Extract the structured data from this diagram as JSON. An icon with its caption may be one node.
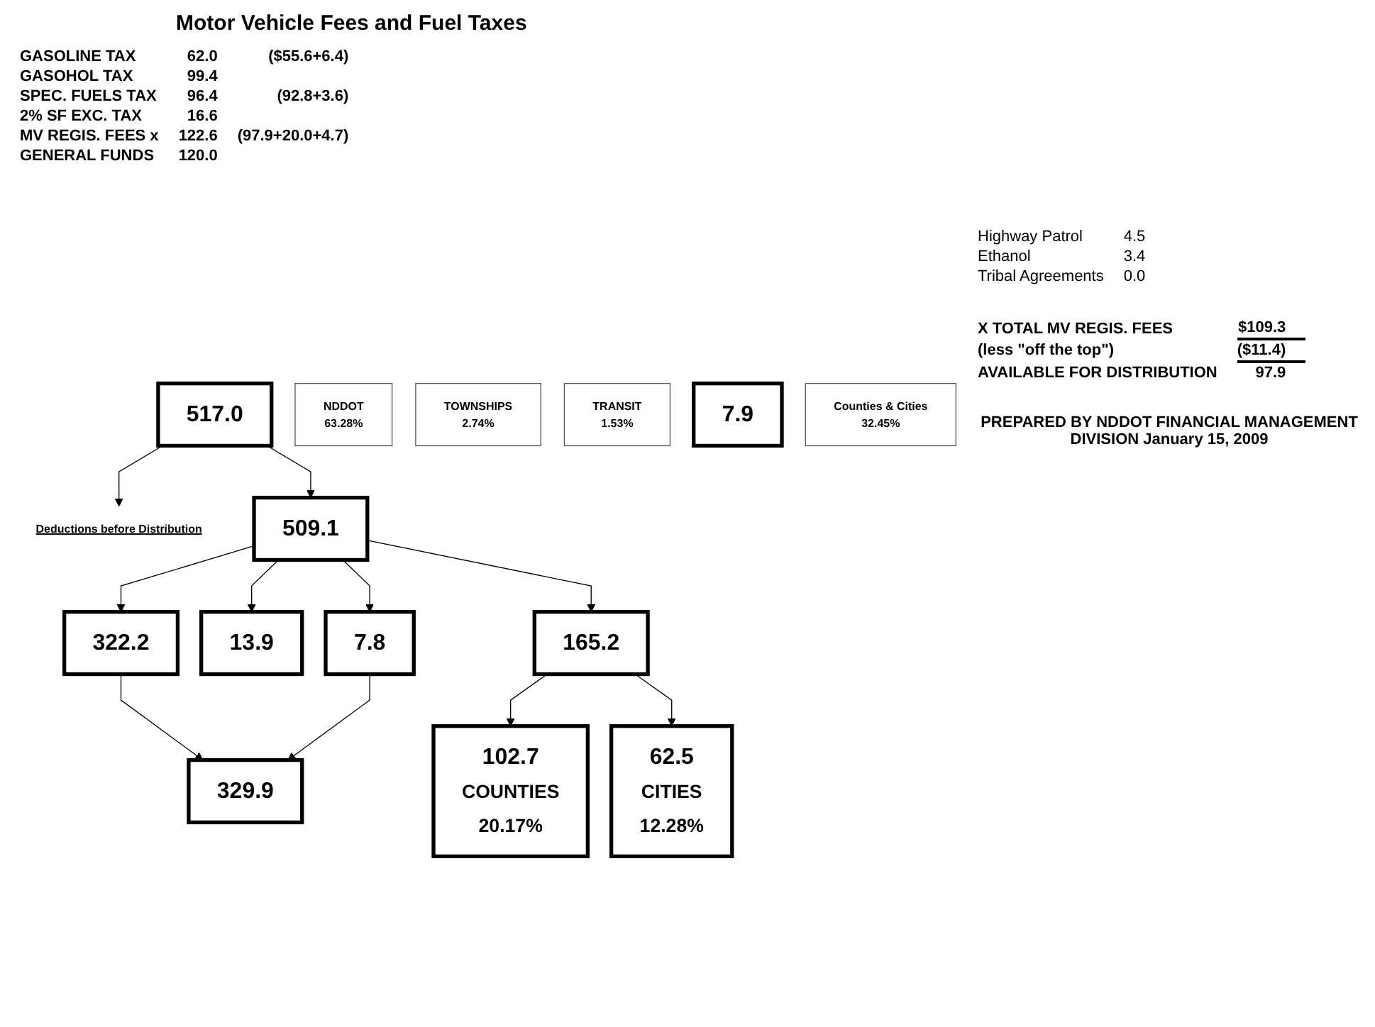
{
  "diagram": {
    "title": "Motor Vehicle Fees and Fuel Taxes",
    "nodes": [
      {
        "text": [
          "517.0"
        ]
      },
      {
        "text": [
          "509.1"
        ]
      },
      {
        "text": [
          "NDDOT",
          "63.28%"
        ]
      },
      {
        "text": [
          "322.2"
        ]
      },
      {
        "text": [
          "329.9"
        ]
      },
      {
        "text": [
          "13.9"
        ]
      },
      {
        "text": [
          "TOWNSHIPS",
          "2.74%"
        ]
      },
      {
        "text": [
          "7.8"
        ]
      },
      {
        "text": [
          "TRANSIT",
          "1.53%"
        ]
      },
      {
        "text": [
          "Deductions before Distribution"
        ]
      },
      {
        "text": [
          "7.9"
        ]
      },
      {
        "text": [
          "165.2"
        ]
      },
      {
        "text": [
          "Counties & Cities",
          "32.45%"
        ]
      },
      {
        "text": [
          "102.7",
          "COUNTIES",
          "20.17%"
        ]
      },
      {
        "text": [
          "62.5",
          "CITIES",
          "12.28%"
        ]
      }
    ],
    "edges": [
      {
        "from": 0,
        "to": 1,
        "arrow": "to"
      },
      {
        "from": 1,
        "to": 3,
        "arrow": "to"
      },
      {
        "from": 3,
        "to": 4,
        "arrow": "to"
      },
      {
        "from": 1,
        "to": 5,
        "arrow": "to"
      },
      {
        "from": 1,
        "to": 7,
        "arrow": "to"
      },
      {
        "from": 7,
        "to": 4,
        "arrow": "to"
      },
      {
        "from": 0,
        "to": 9,
        "arrow": "to"
      },
      {
        "from": 1,
        "to": 11,
        "arrow": "to"
      },
      {
        "from": 11,
        "to": 13,
        "arrow": "to"
      },
      {
        "from": 11,
        "to": 14,
        "arrow": "to"
      }
    ],
    "labels": [
      "GASOLINE TAX",
      "62.0",
      "($55.6+6.4)",
      "GASOHOL TAX",
      "99.4",
      "SPEC. FUELS TAX",
      "96.4",
      "(92.8+3.6)",
      "2% SF EXC. TAX",
      "16.6",
      "MV REGIS. FEES x",
      "122.6",
      "(97.9+20.0+4.7)",
      "GENERAL FUNDS",
      "120.0",
      "Highway Patrol",
      "4.5",
      "Ethanol",
      "3.4",
      "Tribal Agreements",
      "0.0",
      "X TOTAL MV REGIS. FEES",
      "$109.3",
      "(less \"off the top\")",
      "($11.4)",
      "AVAILABLE FOR DISTRIBUTION",
      "97.9",
      "PREPARED BY NDDOT FINANCIAL MANAGEMENT DIVISION January 15, 2009"
    ]
  }
}
